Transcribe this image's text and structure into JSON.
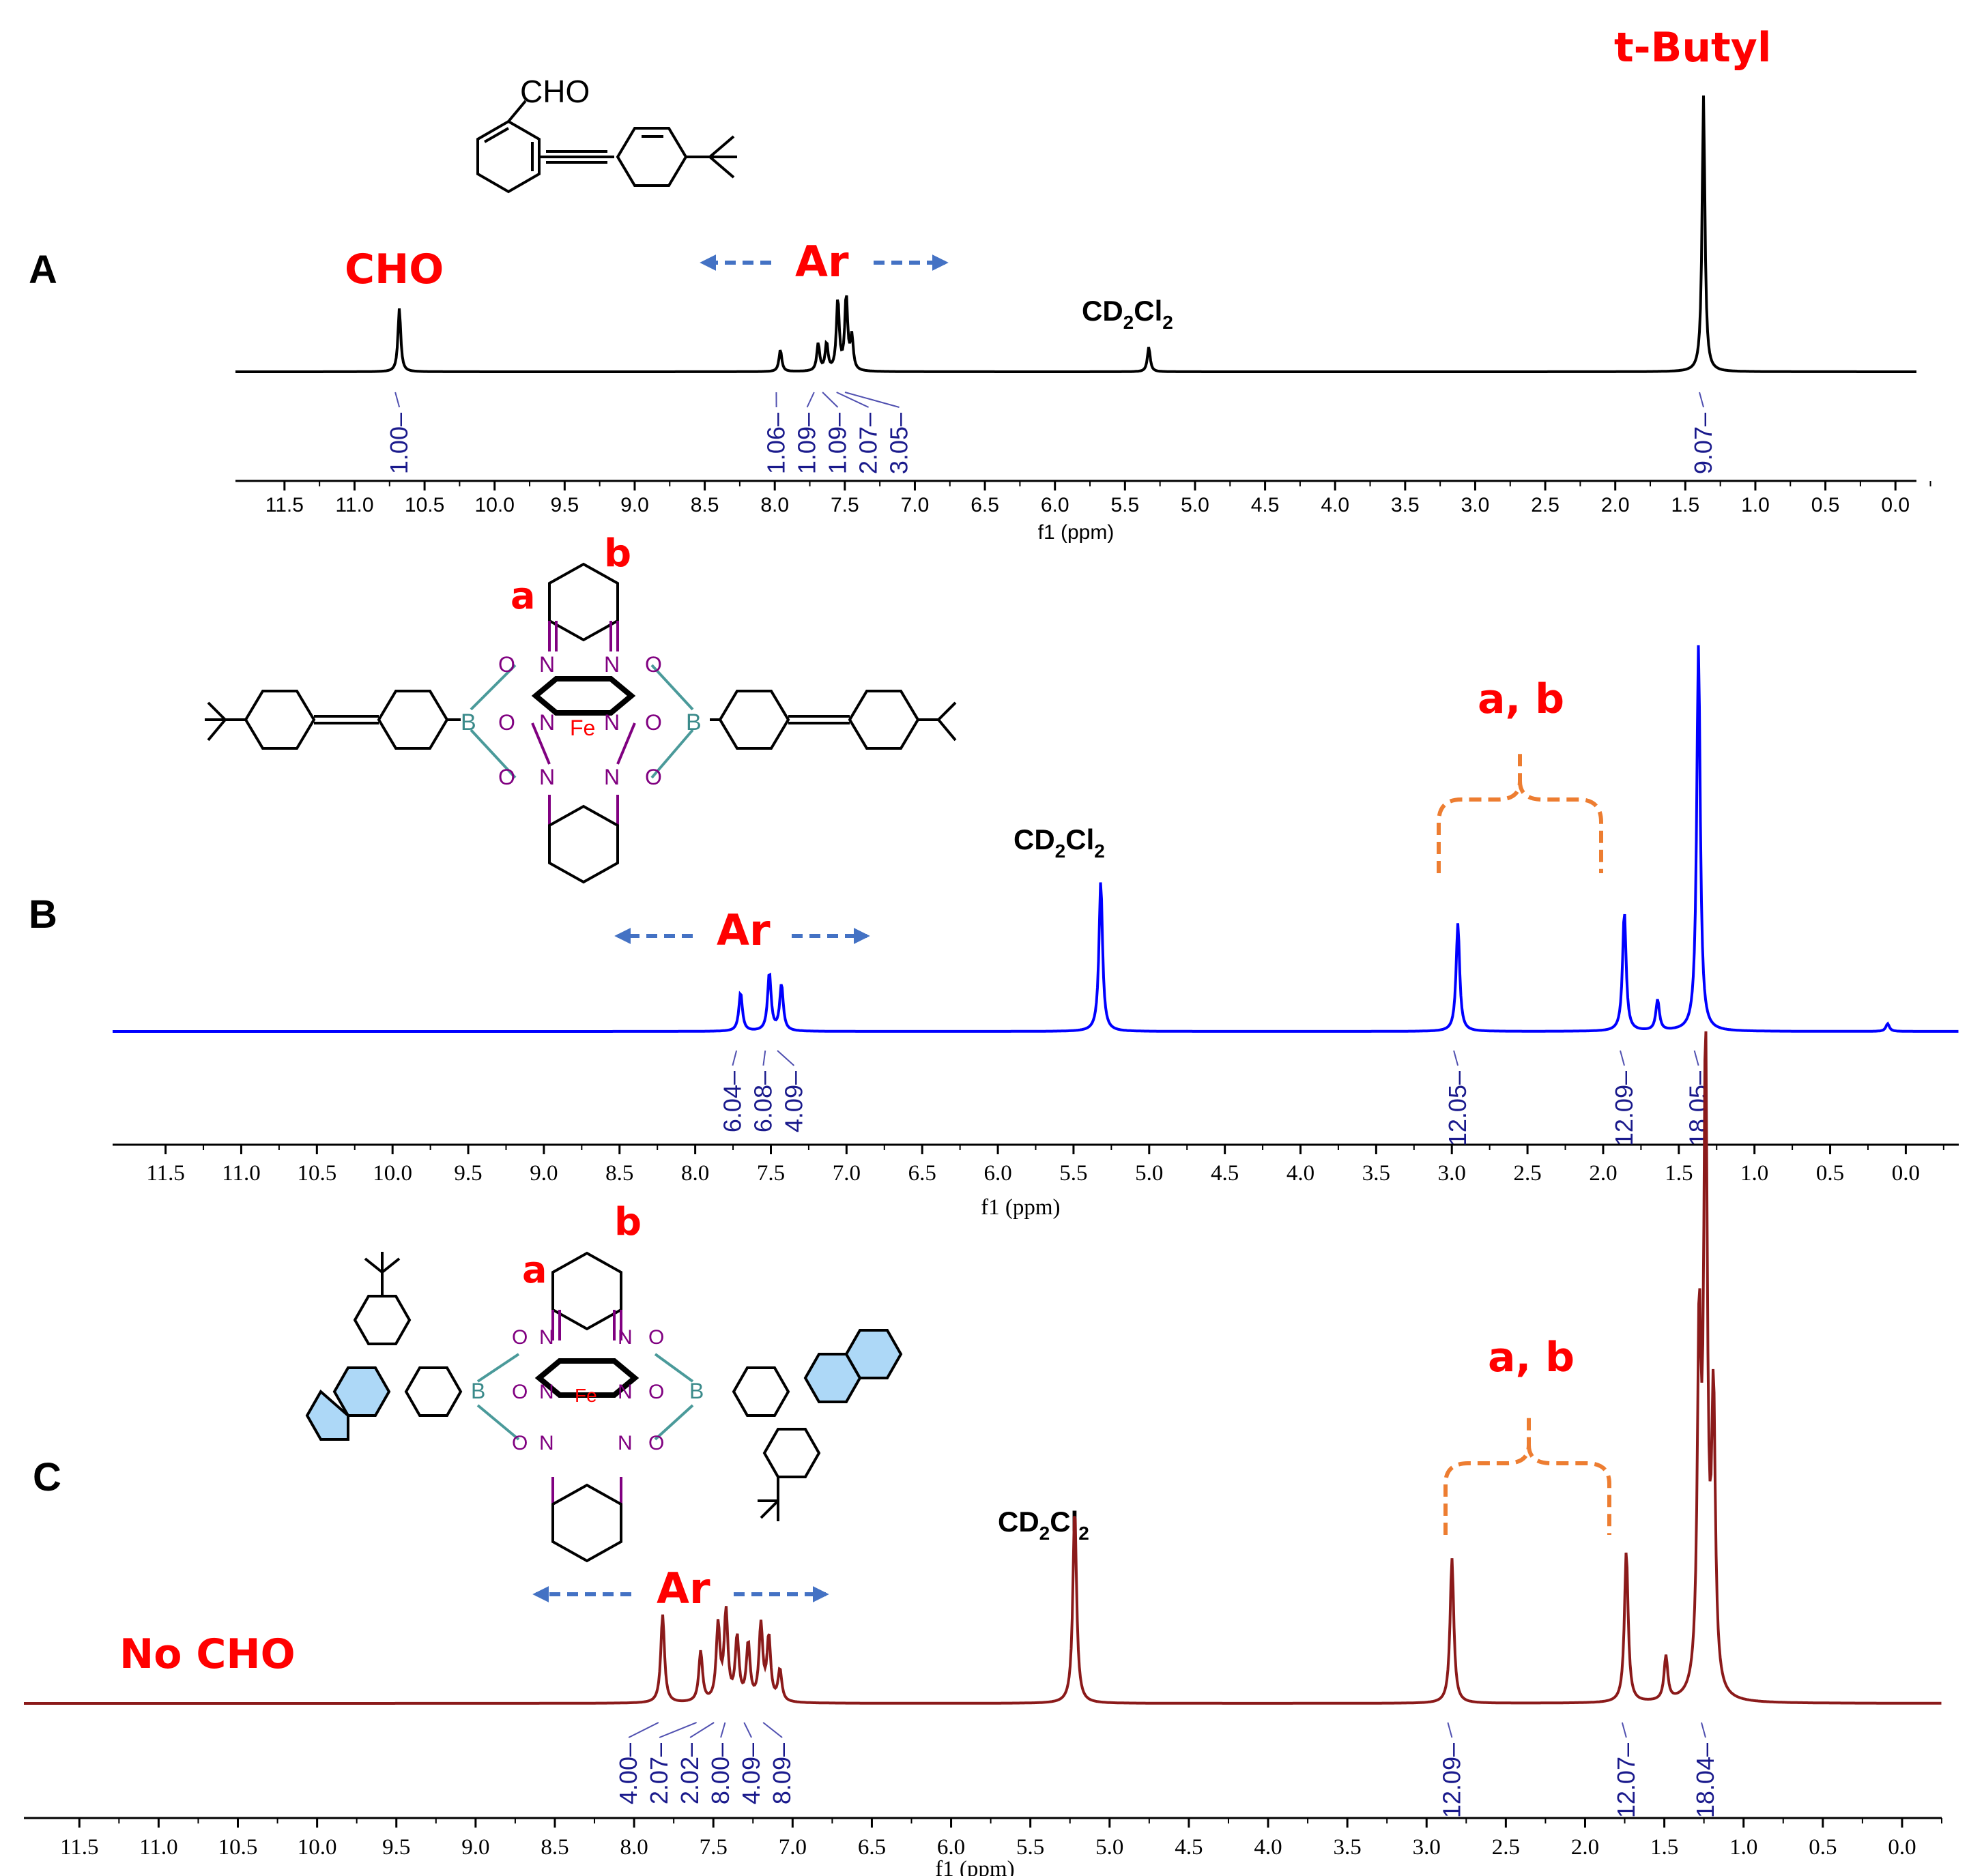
{
  "chart_data": [
    {
      "type": "line",
      "panel": "A",
      "color": "#000000",
      "xlabel": "f1 (ppm)",
      "xlim": [
        11.85,
        -0.15
      ],
      "xticks": [
        "11.5",
        "11.0",
        "10.5",
        "10.0",
        "9.5",
        "9.0",
        "8.5",
        "8.0",
        "7.5",
        "7.0",
        "6.5",
        "6.0",
        "5.5",
        "5.0",
        "4.5",
        "4.0",
        "3.5",
        "3.0",
        "2.5",
        "2.0",
        "1.5",
        "1.0",
        "0.5",
        "0.0"
      ],
      "peaks": [
        {
          "ppm": 10.68,
          "height": 0.23
        },
        {
          "ppm": 7.96,
          "height": 0.08
        },
        {
          "ppm": 7.69,
          "height": 0.1
        },
        {
          "ppm": 7.63,
          "height": 0.1
        },
        {
          "ppm": 7.55,
          "height": 0.26
        },
        {
          "ppm": 7.49,
          "height": 0.27
        },
        {
          "ppm": 7.45,
          "height": 0.12
        },
        {
          "ppm": 5.33,
          "height": 0.09
        },
        {
          "ppm": 1.37,
          "height": 1.0
        }
      ],
      "integrals": [
        {
          "ppm": 10.68,
          "value": "1.00"
        },
        {
          "ppm": 7.96,
          "value": "1.06"
        },
        {
          "ppm": 7.69,
          "value": "1.09"
        },
        {
          "ppm": 7.63,
          "value": "1.09"
        },
        {
          "ppm": 7.53,
          "value": "2.07"
        },
        {
          "ppm": 7.47,
          "value": "3.05"
        },
        {
          "ppm": 1.37,
          "value": "9.07"
        }
      ],
      "annotations": [
        "CHO",
        "Ar",
        "CD2Cl2",
        "t-Butyl"
      ],
      "molecule": {
        "label": "CHO"
      }
    },
    {
      "type": "line",
      "panel": "B",
      "color": "#0000ff",
      "xlabel": "f1 (ppm)",
      "xlim": [
        11.85,
        -0.35
      ],
      "xticks": [
        "11.5",
        "11.0",
        "10.5",
        "10.0",
        "9.5",
        "9.0",
        "8.5",
        "8.0",
        "7.5",
        "7.0",
        "6.5",
        "6.0",
        "5.5",
        "5.0",
        "4.5",
        "4.0",
        "3.5",
        "3.0",
        "2.5",
        "2.0",
        "1.5",
        "1.0",
        "0.5",
        "0.0"
      ],
      "peaks": [
        {
          "ppm": 7.7,
          "height": 0.1
        },
        {
          "ppm": 7.51,
          "height": 0.15
        },
        {
          "ppm": 7.43,
          "height": 0.12
        },
        {
          "ppm": 5.32,
          "height": 0.39
        },
        {
          "ppm": 2.96,
          "height": 0.28
        },
        {
          "ppm": 1.86,
          "height": 0.31
        },
        {
          "ppm": 1.64,
          "height": 0.08
        },
        {
          "ppm": 1.37,
          "height": 1.0
        },
        {
          "ppm": 0.12,
          "height": 0.02
        }
      ],
      "integrals": [
        {
          "ppm": 7.7,
          "value": "6.04"
        },
        {
          "ppm": 7.51,
          "value": "6.08"
        },
        {
          "ppm": 7.43,
          "value": "4.09"
        },
        {
          "ppm": 2.96,
          "value": "12.05"
        },
        {
          "ppm": 1.86,
          "value": "12.09"
        },
        {
          "ppm": 1.37,
          "value": "18.05"
        }
      ],
      "annotations": [
        "a",
        "b",
        "a, b",
        "CD2Cl2",
        "Ar"
      ],
      "molecule": {
        "atoms": [
          "O",
          "N",
          "B",
          "Fe"
        ]
      }
    },
    {
      "type": "line",
      "panel": "C",
      "color": "#8b1a1a",
      "xlabel": "f1 (ppm)",
      "xlim": [
        11.85,
        -0.25
      ],
      "xticks": [
        "11.5",
        "11.0",
        "10.5",
        "10.0",
        "9.5",
        "9.0",
        "8.5",
        "8.0",
        "7.5",
        "7.0",
        "6.5",
        "6.0",
        "5.5",
        "5.0",
        "4.5",
        "4.0",
        "3.5",
        "3.0",
        "2.5",
        "2.0",
        "1.5",
        "1.0",
        "0.5",
        "0.0"
      ],
      "peaks": [
        {
          "ppm": 7.82,
          "height": 0.14
        },
        {
          "ppm": 7.58,
          "height": 0.08
        },
        {
          "ppm": 7.47,
          "height": 0.12
        },
        {
          "ppm": 7.42,
          "height": 0.14
        },
        {
          "ppm": 7.35,
          "height": 0.1
        },
        {
          "ppm": 7.28,
          "height": 0.09
        },
        {
          "ppm": 7.2,
          "height": 0.12
        },
        {
          "ppm": 7.15,
          "height": 0.1
        },
        {
          "ppm": 7.08,
          "height": 0.05
        },
        {
          "ppm": 5.22,
          "height": 0.31
        },
        {
          "ppm": 2.84,
          "height": 0.23
        },
        {
          "ppm": 1.74,
          "height": 0.24
        },
        {
          "ppm": 1.49,
          "height": 0.07
        },
        {
          "ppm": 1.28,
          "height": 0.55
        },
        {
          "ppm": 1.24,
          "height": 1.0
        },
        {
          "ppm": 1.19,
          "height": 0.45
        }
      ],
      "integrals": [
        {
          "ppm": 7.82,
          "value": "4.00"
        },
        {
          "ppm": 7.58,
          "value": "2.07"
        },
        {
          "ppm": 7.47,
          "value": "2.02"
        },
        {
          "ppm": 7.4,
          "value": "8.00"
        },
        {
          "ppm": 7.28,
          "value": "4.09"
        },
        {
          "ppm": 7.16,
          "value": "8.09"
        },
        {
          "ppm": 2.84,
          "value": "12.09"
        },
        {
          "ppm": 1.74,
          "value": "12.07"
        },
        {
          "ppm": 1.24,
          "value": "18.04"
        }
      ],
      "annotations": [
        "a",
        "b",
        "a, b",
        "CD2Cl2",
        "Ar",
        "No CHO"
      ],
      "molecule": {
        "atoms": [
          "O",
          "N",
          "B",
          "Fe"
        ]
      }
    }
  ],
  "labels": {
    "A": "A",
    "B": "B",
    "C": "C",
    "cho": "CHO",
    "ar": "Ar",
    "tbutyl": "t-Butyl",
    "ab": "a, b",
    "a": "a",
    "b": "b",
    "nocho": "No CHO",
    "cd": "CD",
    "cl": "Cl",
    "sub2": "2",
    "o": "O",
    "n": "N",
    "b_atom": "B",
    "fe": "Fe"
  }
}
